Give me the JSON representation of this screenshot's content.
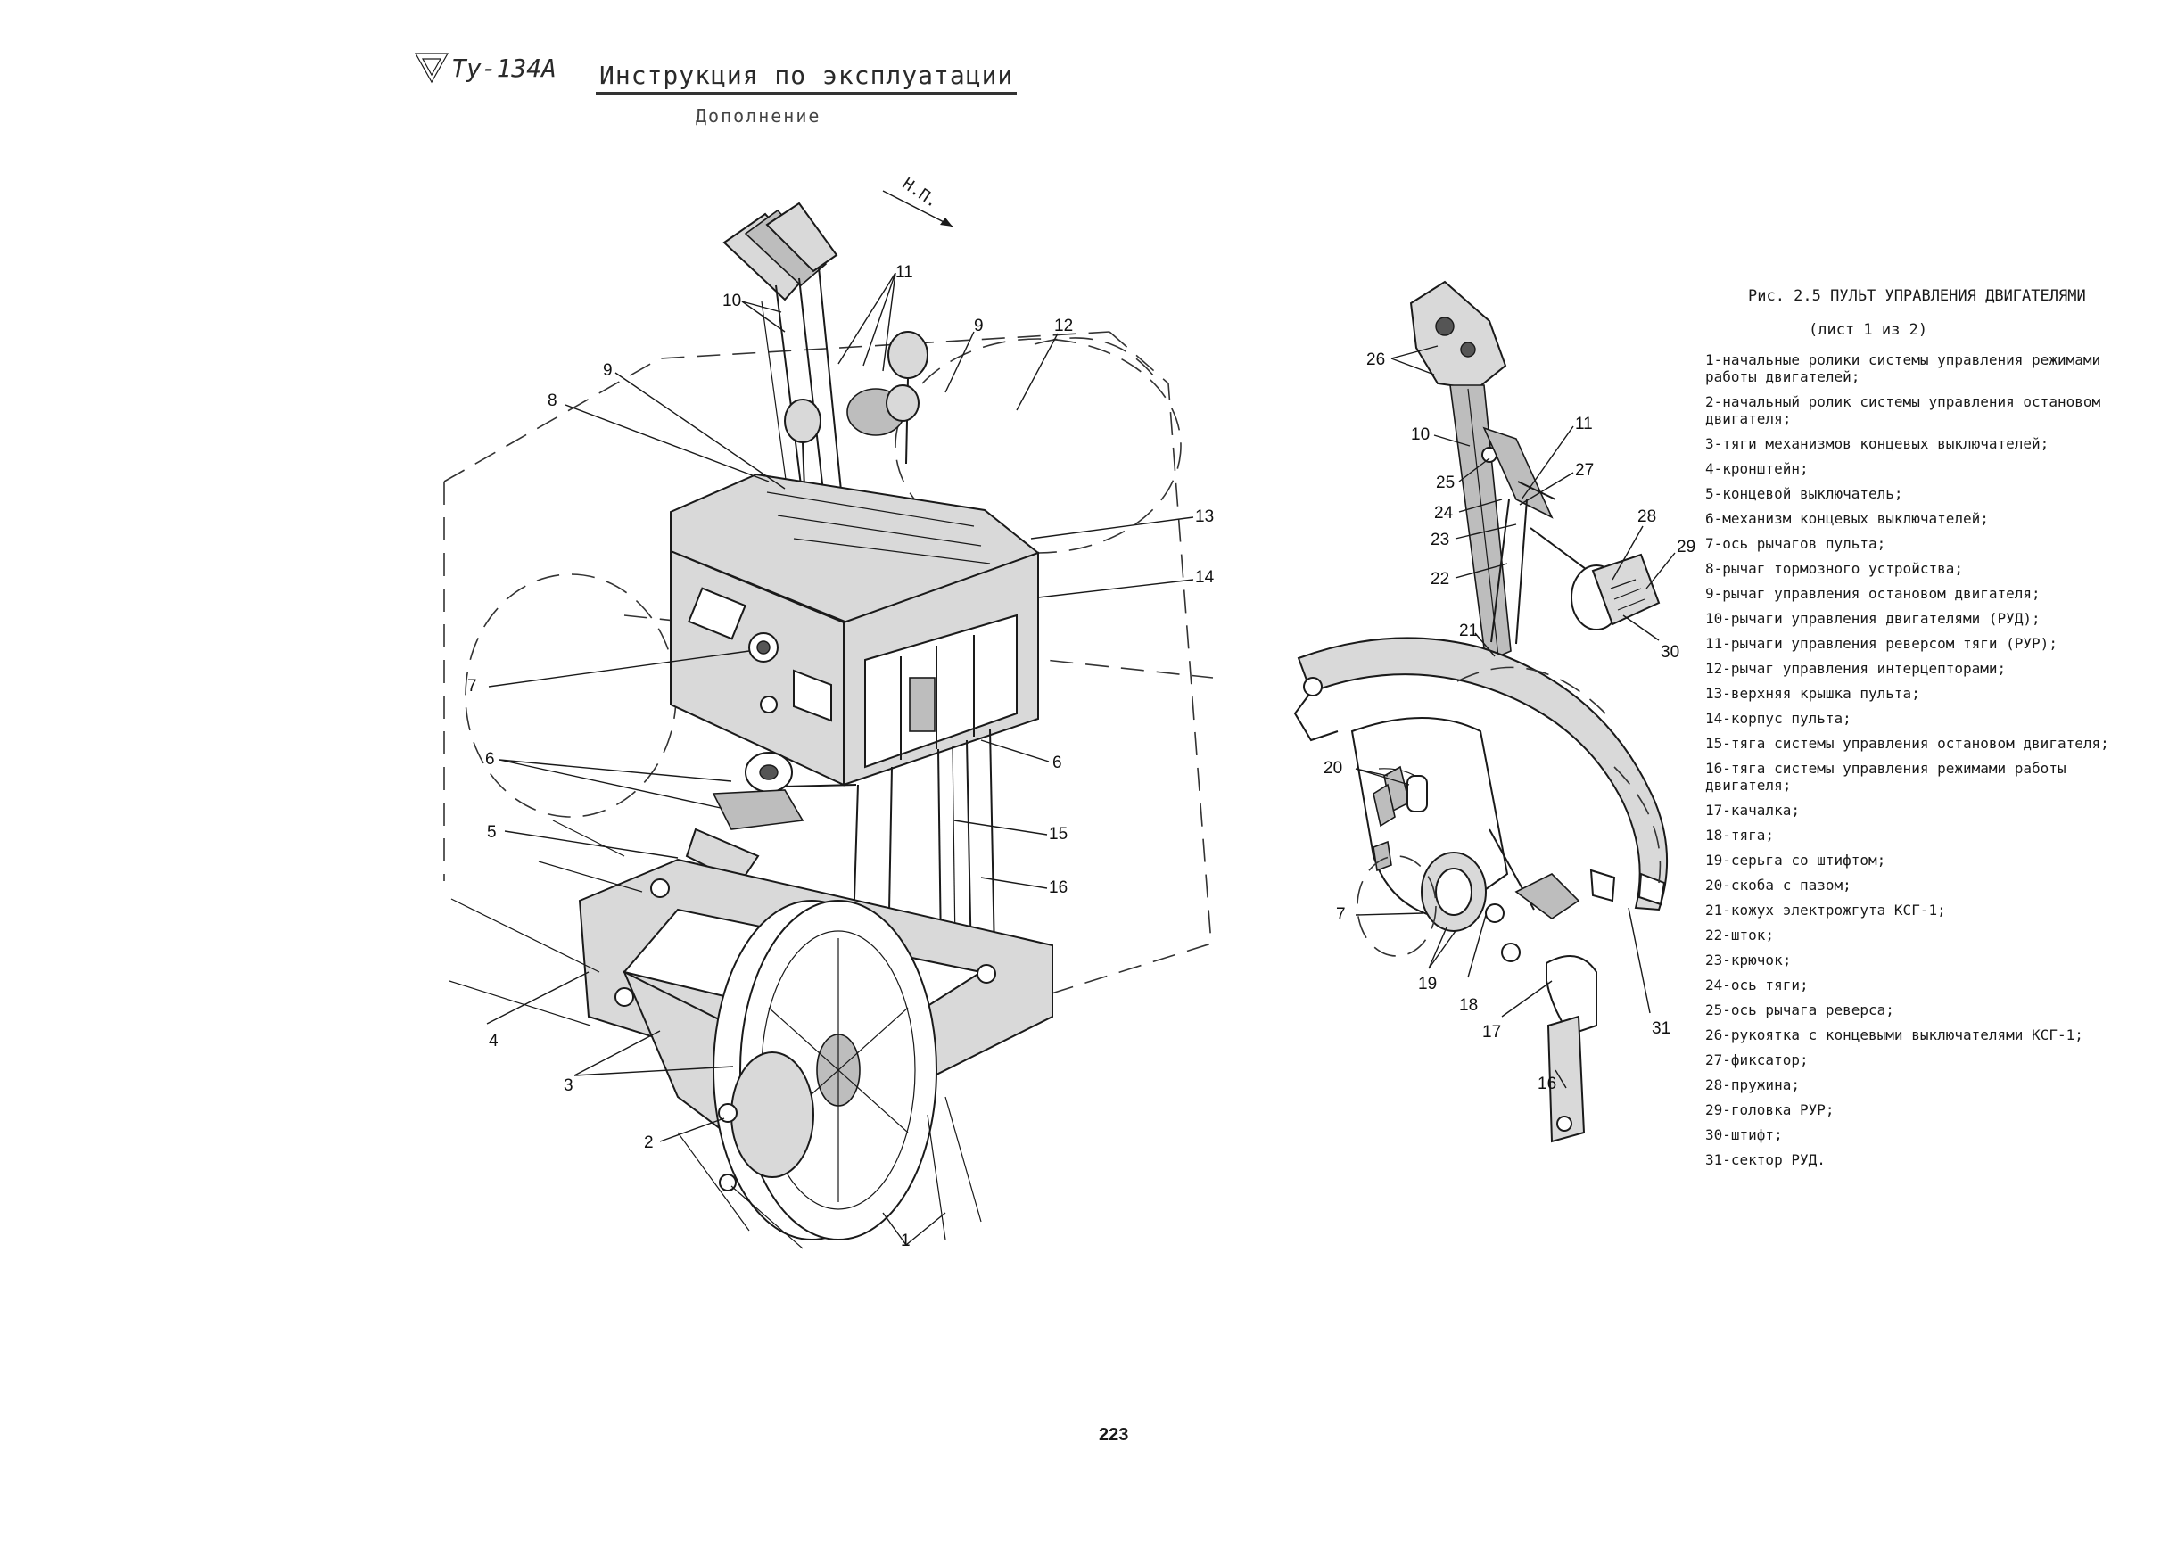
{
  "header": {
    "stamp": "Ту-134А",
    "title": "Инструкция по эксплуатации",
    "subtitle": "Дополнение"
  },
  "direction_label": "Н.П.",
  "figure": {
    "caption": "Рис. 2.5  ПУЛЬТ УПРАВЛЕНИЯ ДВИГАТЕЛЯМИ",
    "sheet": "(лист 1 из 2)"
  },
  "legend": [
    "1-начальные ролики системы управления режимами работы двигателей;",
    "2-начальный ролик системы управления остановом двигателя;",
    "3-тяги механизмов концевых выключателей;",
    "4-кронштейн;",
    "5-концевой выключатель;",
    "6-механизм концевых выключателей;",
    "7-ось рычагов пульта;",
    "8-рычаг тормозного устройства;",
    "9-рычаг управления остановом двигателя;",
    "10-рычаги управления двигателями (РУД);",
    "11-рычаги управления реверсом тяги (РУР);",
    "12-рычаг управления интерцепторами;",
    "13-верхняя крышка пульта;",
    "14-корпус пульта;",
    "15-тяга системы управления остановом двигателя;",
    "16-тяга системы управления режимами работы двигателя;",
    "17-качалка;",
    "18-тяга;",
    "19-серьга со штифтом;",
    "20-скоба с пазом;",
    "21-кожух электрожгута КСГ-1;",
    "22-шток;",
    "23-крючок;",
    "24-ось тяги;",
    "25-ось рычага реверса;",
    "26-рукоятка с концевыми выключателями КСГ-1;",
    "27-фиксатор;",
    "28-пружина;",
    "29-головка РУР;",
    "30-штифт;",
    "31-сектор РУД."
  ],
  "callouts_left": [
    "1",
    "2",
    "3",
    "4",
    "5",
    "6",
    "6",
    "7",
    "8",
    "9",
    "9",
    "10",
    "11",
    "12",
    "13",
    "14",
    "15",
    "16"
  ],
  "callouts_right": [
    "7",
    "10",
    "11",
    "16",
    "17",
    "18",
    "19",
    "20",
    "21",
    "22",
    "23",
    "24",
    "25",
    "26",
    "27",
    "28",
    "29",
    "30",
    "31"
  ],
  "page_number": "223"
}
